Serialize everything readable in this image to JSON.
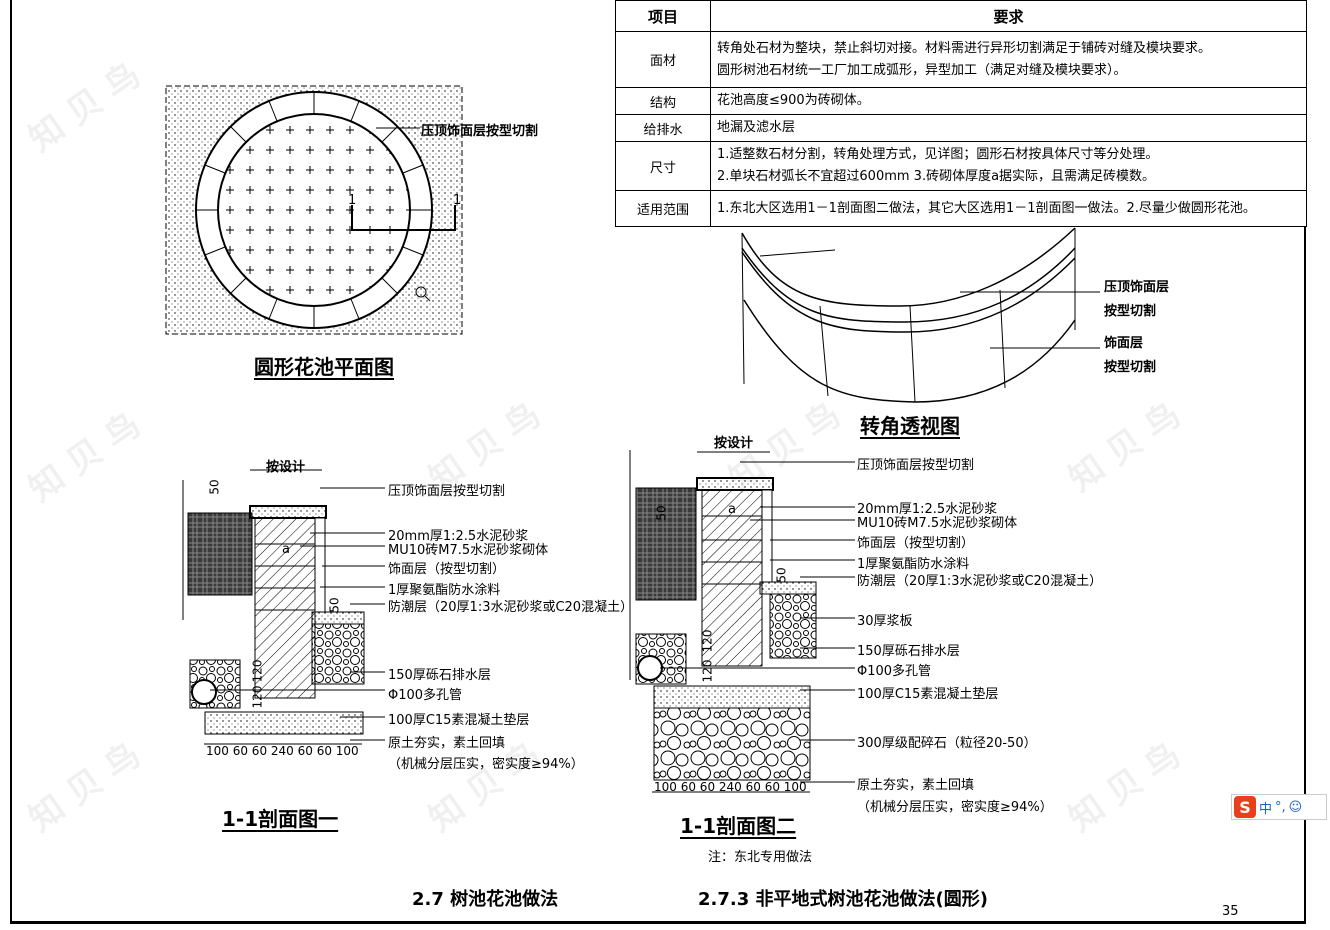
{
  "table": {
    "header": {
      "item": "项目",
      "requirement": "要求"
    },
    "rows": [
      {
        "item": "面材",
        "lines": [
          "转角处石材为整块，禁止斜切对接。材料需进行异形切割满足于铺砖对缝及模块要求。",
          "圆形树池石材统一工厂加工成弧形，异型加工（满足对缝及模块要求）。"
        ]
      },
      {
        "item": "结构",
        "lines": [
          "花池高度≤900为砖砌体。"
        ]
      },
      {
        "item": "给排水",
        "lines": [
          "地漏及滤水层"
        ]
      },
      {
        "item": "尺寸",
        "lines": [
          "1.适整数石材分割，转角处理方式，见详图；圆形石材按具体尺寸等分处理。",
          "2.单块石材弧长不宜超过600mm 3.砖砌体厚度a据实际，且需满足砖模数。"
        ]
      },
      {
        "item": "适用范围",
        "lines": [
          "1.东北大区选用1－1剖面图二做法，其它大区选用1－1剖面图一做法。2.尽量少做圆形花池。"
        ]
      }
    ]
  },
  "plan": {
    "title": "圆形花池平面图",
    "cap_label": "压顶饰面层按型切割",
    "section_mark_left": "1",
    "section_mark_right": "1"
  },
  "perspective": {
    "title": "转角透视图",
    "label_cap_1": "压顶饰面层",
    "label_cap_2": "按型切割",
    "label_face_1": "饰面层",
    "label_face_2": "按型切割"
  },
  "section1": {
    "title": "1-1剖面图一",
    "dim_top": "按设计",
    "dim_side": "50",
    "dim_step": "50",
    "dim_120a": "120",
    "dim_120b": "120",
    "brick_mark": "a",
    "bottom_dims": "100 60 60    240    60 60 100",
    "labels": [
      "压顶饰面层按型切割",
      "20mm厚1:2.5水泥砂浆",
      "MU10砖M7.5水泥砂浆砌体",
      "饰面层（按型切割）",
      "1厚聚氨酯防水涂料",
      "防潮层（20厚1:3水泥砂浆或C20混凝土）",
      "150厚砾石排水层",
      "Φ100多孔管",
      "100厚C15素混凝土垫层",
      "原土夯实，素土回填",
      "（机械分层压实，密实度≥94%）"
    ]
  },
  "section2": {
    "title": "1-1剖面图二",
    "note": "注：东北专用做法",
    "dim_top": "按设计",
    "dim_side": "50",
    "dim_step": "50",
    "dim_120a": "120",
    "dim_120b": "120",
    "brick_mark": "a",
    "bottom_dims": "100 60 60    240    60 60 100",
    "labels": [
      "压顶饰面层按型切割",
      "20mm厚1:2.5水泥砂浆",
      "MU10砖M7.5水泥砂浆砌体",
      "饰面层（按型切割）",
      "1厚聚氨酯防水涂料",
      "防潮层（20厚1:3水泥砂浆或C20混凝土）",
      "30厚浆板",
      "150厚砾石排水层",
      "Φ100多孔管",
      "100厚C15素混凝土垫层",
      "300厚级配碎石（粒径20-50）",
      "原土夯实，素土回填",
      "（机械分层压实，密实度≥94%）"
    ]
  },
  "footer": {
    "caption_left": "2.7 树池花池做法",
    "caption_right": "2.7.3 非平地式树池花池做法(圆形)",
    "page_number": "35"
  },
  "ime": {
    "lang": "中",
    "punct": "°,",
    "emoji": "☺"
  }
}
